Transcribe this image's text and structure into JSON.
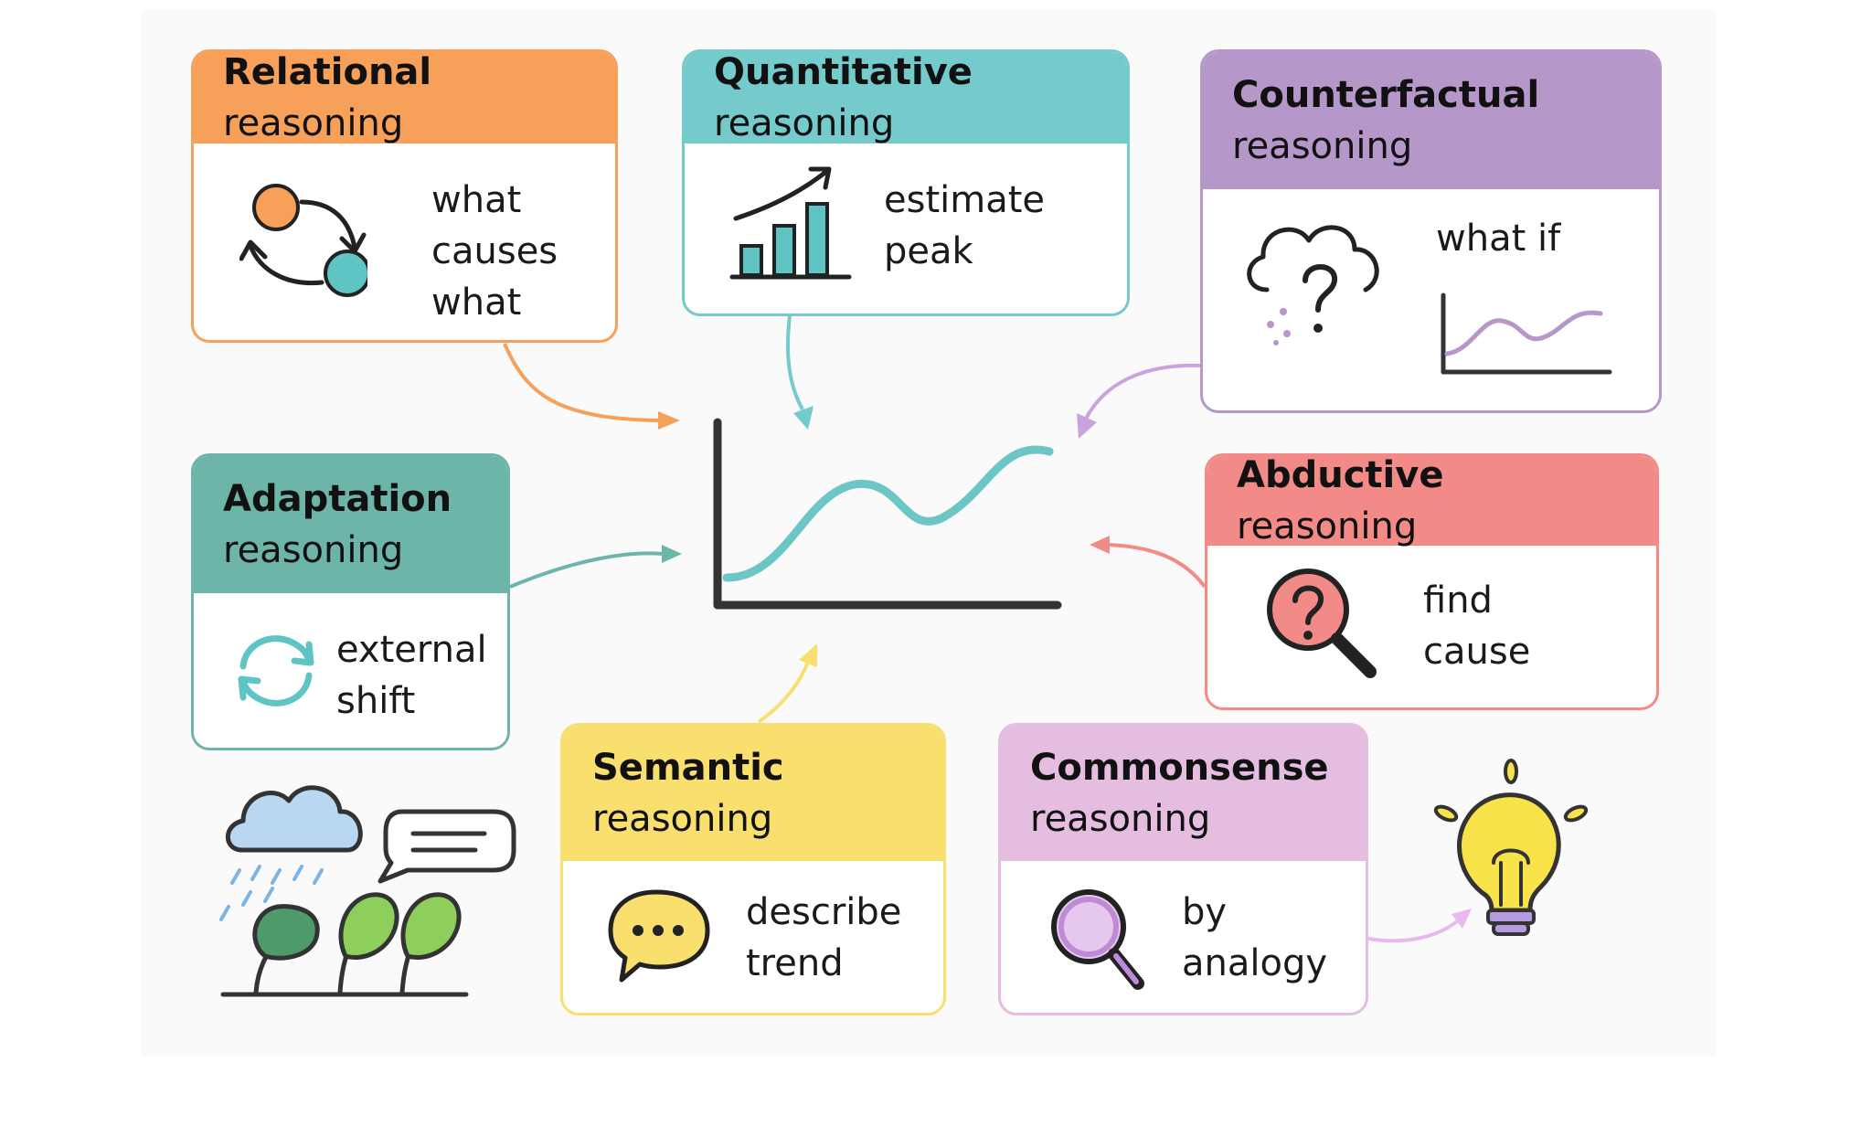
{
  "colors": {
    "relational": "#f6a05a",
    "quantitative": "#75cbcb",
    "counterfactual": "#b697c9",
    "adaptation": "#6db5a9",
    "abductive": "#f28b87",
    "semantic": "#f8df6e",
    "commonsense": "#e4bde0",
    "axis": "#333333",
    "curve": "#6cc6c6"
  },
  "boxes": {
    "relational": {
      "title_bold": "Relational",
      "title_rest": "reasoning",
      "lines": [
        "what",
        "causes",
        "what"
      ],
      "icon": "cycle-arrows-icon"
    },
    "quantitative": {
      "title_bold": "Quantitative",
      "title_rest": "reasoning",
      "lines": [
        "estimate",
        "peak"
      ],
      "icon": "bar-chart-icon"
    },
    "counterfactual": {
      "title_bold": "Counterfactual",
      "title_rest": "reasoning",
      "lines": [
        "what if"
      ],
      "icon": "cloud-question-icon"
    },
    "adaptation": {
      "title_bold": "Adaptation",
      "title_rest": "reasoning",
      "lines": [
        "external",
        "shift"
      ],
      "icon": "refresh-icon"
    },
    "abductive": {
      "title_bold": "Abductive",
      "title_rest": "reasoning",
      "lines": [
        "find",
        "cause"
      ],
      "icon": "magnifier-question-icon"
    },
    "semantic": {
      "title_bold": "Semantic",
      "title_rest": "reasoning",
      "lines": [
        "describe",
        "trend"
      ],
      "icon": "speech-bubble-icon"
    },
    "commonsense": {
      "title_bold": "Commonsense",
      "title_rest": "reasoning",
      "lines": [
        "by",
        "analogy"
      ],
      "icon": "magnifier-icon"
    }
  },
  "decorations": [
    "rain-cloud-icon",
    "message-bubble-icon",
    "windblown-trees-icon",
    "lightbulb-icon"
  ]
}
